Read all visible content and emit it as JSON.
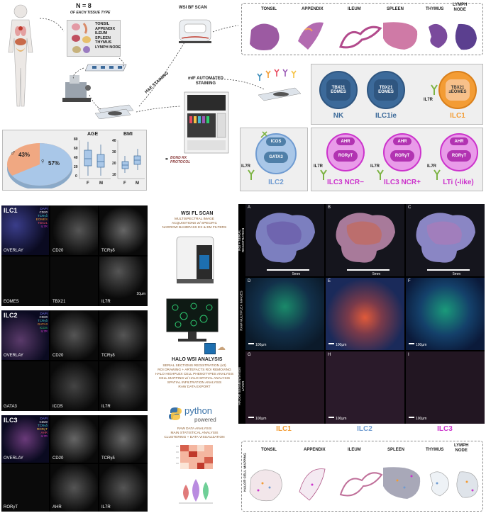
{
  "figure": {
    "n_title": "N = 8",
    "n_sub": "OF EACH TISSUE TYPE",
    "tissue_list": [
      "TONSIL",
      "APPENDIX",
      "ILEUM",
      "SPLEEN",
      "THYMUS",
      "LYMPH NODE"
    ],
    "he_staining": "H&E STAINING",
    "wsi_bf_scan": "WSI BF SCAN",
    "mif_staining": "mIF AUTOMATED\nSTAINING",
    "bond_rx": "BOND RX\nPROTOCOL",
    "wsi_fl_scan": "WSI FL SCAN",
    "wsi_fl_desc": [
      "MULTISPECTRAL IMAGE",
      "ACQUISITIONS w/ SPECIFIC",
      "NARROW BANDPASS EX & EM FILTERS"
    ],
    "halo_title": "HALO WSI ANALYSIS",
    "halo_desc": [
      "SERIAL SECTIONS REGISTRATION (x3)",
      "ROI DRAWING + ARTEFACTS ROI REMOVING",
      "HALO HIGHPLEX CELL PHENOTYPES ANALYSIS",
      "CELL MAPPING w/ HALO SPATIAL ANALYSIS",
      "SPATIAL INFILTRATION ANALYSIS",
      "RAW DATA EXPORT"
    ],
    "python_word": "python",
    "python_sub": "powered",
    "raw_desc": [
      "RAW DATA ANALYSIS",
      "MAIN STATISTICAL ANALYSIS",
      "CLUSTERING + DATA VISUALIZATION"
    ]
  },
  "he_tissues": [
    "TONSIL",
    "APPENDIX",
    "ILEUM",
    "SPLEEN",
    "THYMUS",
    "LYMPH\nNODE"
  ],
  "cells": {
    "nk": {
      "label": "NK",
      "m1": "TBX21",
      "m2": "EOMES"
    },
    "ilc1ie": {
      "label": "ILC1ie",
      "m1": "TBX21",
      "m2": "EOMES"
    },
    "ilc1": {
      "label": "ILC1",
      "m1": "TBX21",
      "m2": "±EOMES",
      "receptor": "IL7R"
    },
    "ilc2": {
      "label": "ILC2",
      "m1": "ICOS",
      "m2": "GATA3",
      "receptor": "IL7R"
    },
    "ilc3n": {
      "label": "ILC3 NCR−",
      "m1": "AHR",
      "m2": "RORγT",
      "receptor": "IL7R"
    },
    "ilc3p": {
      "label": "ILC3 NCR+",
      "m1": "AHR",
      "m2": "RORγT",
      "receptor": "IL7R"
    },
    "lti": {
      "label": "LTi (-like)",
      "m1": "AHR",
      "m2": "RORγT",
      "receptor": "IL7R"
    }
  },
  "demo": {
    "male_pct": "43%",
    "female_pct": "57%",
    "male_sym": "♂",
    "female_sym": "♀",
    "age_title": "AGE",
    "bmi_title": "BMI",
    "f": "F",
    "m": "M",
    "age_ticks": [
      "80",
      "60",
      "40",
      "20",
      "0"
    ],
    "bmi_ticks": [
      "40",
      "30",
      "20",
      "10"
    ]
  },
  "panels": {
    "ilc1": {
      "title": "ILC1",
      "legend": [
        "DAPI",
        "CD20",
        "TCRγδ",
        "EOMES",
        "TBX21",
        "IL7R"
      ],
      "labels": [
        "OVERLAY",
        "CD20",
        "TCRγδ",
        "EOMES",
        "TBX21",
        "IL7R"
      ]
    },
    "ilc2": {
      "title": "ILC2",
      "legend": [
        "DAPI",
        "CD20",
        "TCRγδ",
        "GATA3",
        "ICOS",
        "IL7R"
      ],
      "labels": [
        "OVERLAY",
        "CD20",
        "TCRγδ",
        "GATA3",
        "ICOS",
        "IL7R"
      ]
    },
    "ilc3": {
      "title": "ILC3",
      "legend": [
        "DAPI",
        "CD20",
        "TCRγδ",
        "RORγT",
        "AHR",
        "IL7R"
      ],
      "labels": [
        "OVERLAY",
        "CD20",
        "TCRγδ",
        "RORγT",
        "AHR",
        "IL7R"
      ]
    },
    "scale": "10µm"
  },
  "grid": {
    "letters": [
      "A",
      "B",
      "C",
      "D",
      "E",
      "F",
      "G",
      "H",
      "I"
    ],
    "row1_label": "ROI + SERIAL REGISTRATION",
    "row2_label": "RAW MULTIPLEX IMAGES",
    "row3_label": "HALO® SEGMENTATION LAYER",
    "scale1": "5mm",
    "scale2": "100µm",
    "cols": [
      "ILC1",
      "ILC2",
      "ILC3"
    ]
  },
  "mapping": {
    "label": "HALO® CELL MAPPING",
    "tissues": [
      "TONSIL",
      "APPENDIX",
      "ILEUM",
      "SPLEEN",
      "THYMUS",
      "LYMPH\nNODE"
    ]
  },
  "colors": {
    "ilc1": "#f39c34",
    "ilc2": "#6f9bd1",
    "ilc3": "#cc33cc",
    "nk": "#3c6a9a"
  }
}
